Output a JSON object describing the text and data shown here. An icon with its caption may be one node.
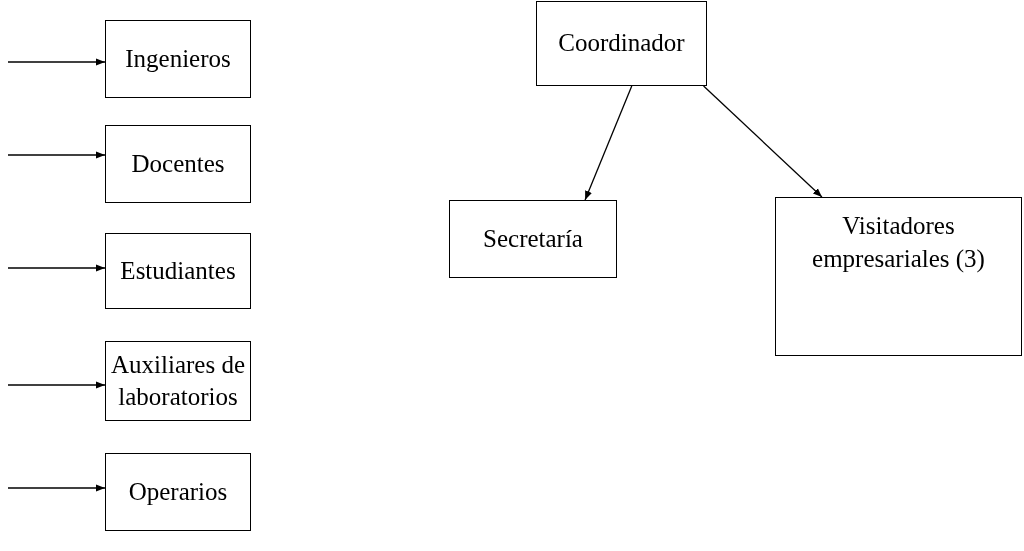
{
  "diagram": {
    "nodes": [
      {
        "text": [
          "Ingenieros"
        ]
      },
      {
        "text": [
          "Docentes"
        ]
      },
      {
        "text": [
          "Estudiantes"
        ]
      },
      {
        "text": [
          "Auxiliares de laboratorios"
        ]
      },
      {
        "text": [
          "Operarios"
        ]
      },
      {
        "text": [
          "Coordinador"
        ]
      },
      {
        "text": [
          "Secretaría"
        ]
      },
      {
        "text": [
          "Visitadores empresariales (3)"
        ]
      }
    ],
    "edges": [
      {
        "from": null,
        "to": 0,
        "arrow": "to"
      },
      {
        "from": null,
        "to": 1,
        "arrow": "to"
      },
      {
        "from": null,
        "to": 2,
        "arrow": "to"
      },
      {
        "from": null,
        "to": 3,
        "arrow": "to"
      },
      {
        "from": null,
        "to": 4,
        "arrow": "to"
      },
      {
        "from": 5,
        "to": 6,
        "arrow": "to"
      },
      {
        "from": 5,
        "to": 7,
        "arrow": "to"
      }
    ]
  }
}
